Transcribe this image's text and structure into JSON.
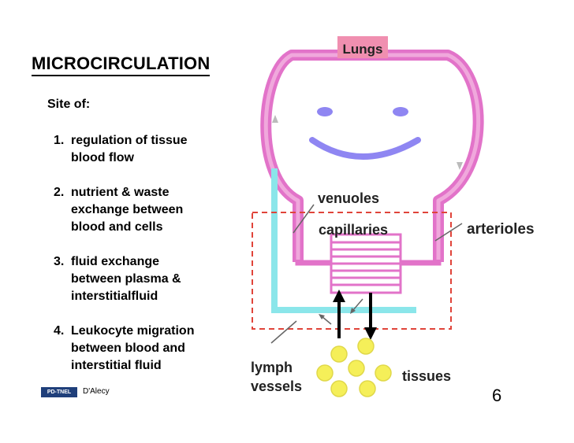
{
  "title": "MICROCIRCULATION",
  "site_label": "Site of:",
  "list": [
    {
      "num": "1.",
      "lines": [
        "regulation of tissue",
        "blood flow"
      ]
    },
    {
      "num": "2.",
      "lines": [
        "nutrient & waste",
        "exchange between",
        "blood and cells"
      ]
    },
    {
      "num": "3.",
      "lines": [
        "fluid exchange",
        "between plasma &",
        "interstitialfluid"
      ]
    },
    {
      "num": "4.",
      "lines": [
        "Leukocyte migration",
        "between blood and",
        "interstitial fluid"
      ]
    }
  ],
  "diagram": {
    "lungs": "Lungs",
    "venuoles": "venuoles",
    "capillaries": "capillaries",
    "arterioles": "arterioles",
    "lymph_line1": "lymph",
    "lymph_line2": "vessels",
    "tissues": "tissues"
  },
  "footer": {
    "badge": "PD-TNEL",
    "author": "D'Alecy",
    "page": "6"
  },
  "colors": {
    "vessel_pink": "#e273c9",
    "vessel_pink_light": "#f0a8dc",
    "lungs_box": "#f08fb0",
    "face": "#8f86f2",
    "lymph": "#8be6ea",
    "dashed_box": "#e0443a",
    "tissue_cell": "#f5ef59"
  }
}
